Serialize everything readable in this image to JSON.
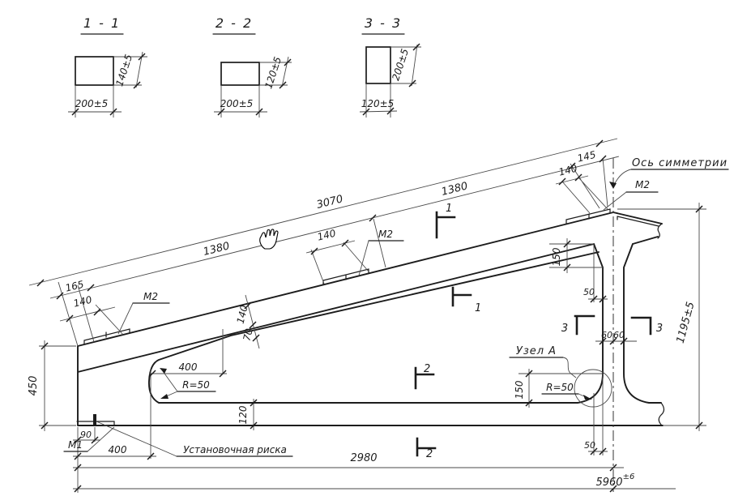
{
  "sections": [
    {
      "title": "1 - 1",
      "width": "200±5",
      "height": "140±5"
    },
    {
      "title": "2 - 2",
      "width": "200±5",
      "height": "120±5"
    },
    {
      "title": "3 - 3",
      "width": "120±5",
      "height": "200±5"
    }
  ],
  "dims": {
    "slope_total": "3070",
    "slope_1380_left": "1380",
    "slope_1380_right": "1380",
    "end_165": "165",
    "plate_140_left": "140",
    "plate_140_mid": "140",
    "plate_140_right": "140",
    "ridge_145": "145",
    "chord_depth_140": "140",
    "chord_gap_70": "70",
    "left_height_450": "450",
    "right_height_1195": "1195±5",
    "opening_400": "400",
    "bottom_400": "400",
    "riska_90": "90",
    "bottom_chord_120": "120",
    "web_top_150": "150",
    "node_150": "150",
    "web_top_50": "50",
    "node_bottom_50": "50",
    "web_60_left": "60",
    "web_60_right": "60",
    "half_span_2980": "2980",
    "full_5960": "5960",
    "tol_5960": "±6"
  },
  "labels": {
    "axis_of_symmetry": "Ось симметрии",
    "node_a": "Узел А",
    "install_mark": "Установочная риска",
    "m1": "М1",
    "m2_left": "М2",
    "m2_mid": "М2",
    "m2_ridge": "М2",
    "r50_opening": "R=50",
    "r50_node": "R=50"
  },
  "marks": {
    "sec1_top": "1",
    "sec1_bottom": "1",
    "sec2_top": "2",
    "sec2_bottom": "2",
    "sec3_left": "3",
    "sec3_right": "3"
  }
}
